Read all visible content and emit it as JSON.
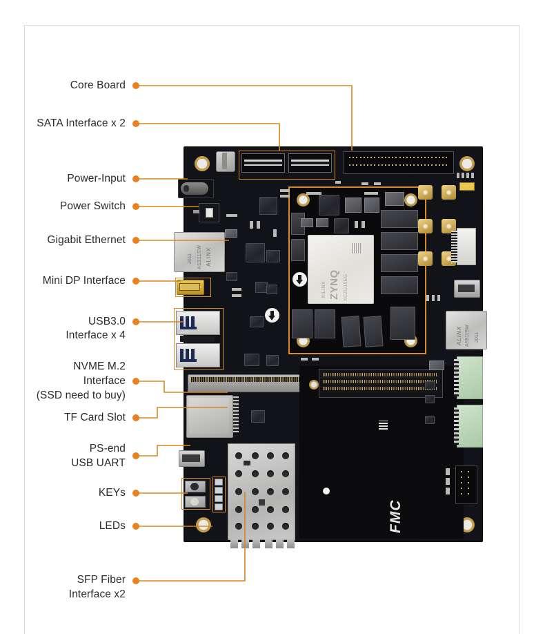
{
  "diagram": {
    "title": "ALINX FPGA development board annotated diagram",
    "accent_color": "#d9861f",
    "label_color": "#2b2b2b",
    "frame_color": "#d8d8d8"
  },
  "callouts": [
    {
      "id": "core-board",
      "text": "Core Board",
      "lines": [
        "Core Board"
      ]
    },
    {
      "id": "sata",
      "text": "SATA Interface x 2",
      "lines": [
        "SATA Interface x 2"
      ]
    },
    {
      "id": "power-input",
      "text": "Power-Input",
      "lines": [
        "Power-Input"
      ]
    },
    {
      "id": "power-switch",
      "text": "Power Switch",
      "lines": [
        "Power Switch"
      ]
    },
    {
      "id": "gigabit-ethernet",
      "text": "Gigabit Ethernet",
      "lines": [
        "Gigabit Ethernet"
      ]
    },
    {
      "id": "mini-dp",
      "text": "Mini DP Interface",
      "lines": [
        "Mini DP Interface"
      ]
    },
    {
      "id": "usb3",
      "text": "USB3.0 Interface x 4",
      "lines": [
        "USB3.0",
        "Interface x 4"
      ]
    },
    {
      "id": "nvme",
      "text": "NVME M.2 Interface (SSD need to buy)",
      "lines": [
        "NVME M.2",
        "Interface",
        "(SSD need to buy)"
      ]
    },
    {
      "id": "tf-card",
      "text": "TF Card Slot",
      "lines": [
        "TF Card Slot"
      ]
    },
    {
      "id": "ps-usb-uart",
      "text": "PS-end USB UART",
      "lines": [
        "PS-end",
        "USB UART"
      ]
    },
    {
      "id": "keys",
      "text": "KEYs",
      "lines": [
        "KEYs"
      ]
    },
    {
      "id": "leds",
      "text": "LEDs",
      "lines": [
        "LEDs"
      ]
    },
    {
      "id": "sfp",
      "text": "SFP Fiber Interface x2",
      "lines": [
        "SFP Fiber",
        "Interface x2"
      ]
    }
  ],
  "board_silkscreen": {
    "brand": "ALINX",
    "fmc_mark": "FMC",
    "soc_vendor": "XILINX",
    "soc_family": "ZYNQ",
    "soc_part": "XCZU15EG",
    "ethernet_jack_1": "ALINX",
    "ethernet_jack_2": "AS911SW",
    "ethernet_jack_date": "2011",
    "ethernet_jack2_1": "ALINX",
    "ethernet_jack2_2": "AS911SW",
    "ethernet_jack2_date": "2011"
  }
}
